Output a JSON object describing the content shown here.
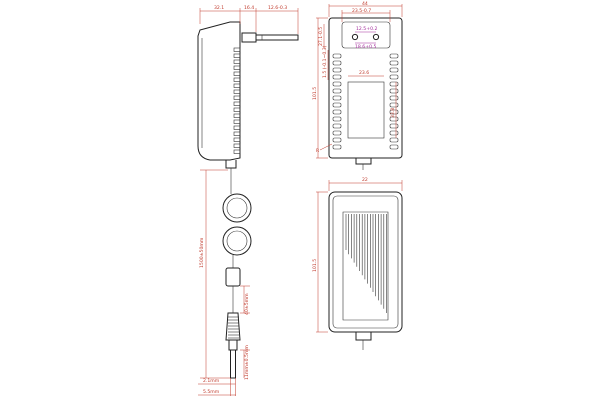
{
  "dimensions": {
    "side_top": [
      "32.1",
      "16.4",
      "12.6-0.3"
    ],
    "side_prongs": [
      "27.1-0.5",
      "1.5 (-0.1~0.3)"
    ],
    "front_top": [
      "44",
      "23.5-0.7"
    ],
    "front_pins": [
      "12.5+0.2",
      "18.6+0.5"
    ],
    "front_left": [
      "101.5"
    ],
    "front_window": [
      "23.6",
      "33.8"
    ],
    "cable_length": "1500±50mm",
    "cable_seg1": "40±5mm",
    "plug_len": "11mm±0.5mm",
    "plug_inner": "2.1mm",
    "plug_outer": "5.5mm",
    "back_top": "22",
    "back_left": "101.5",
    "corner_radius": "R"
  }
}
